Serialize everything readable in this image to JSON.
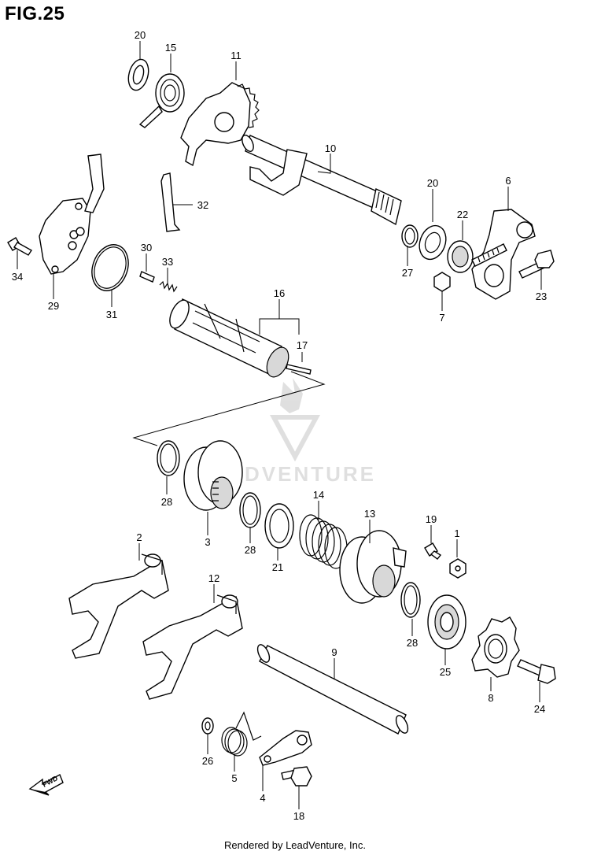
{
  "figure": {
    "title": "FIG.25",
    "footer": "Rendered by LeadVenture, Inc.",
    "watermark": "LEADVENTURE"
  },
  "fwd_label": "FWD",
  "callouts": [
    "20",
    "15",
    "11",
    "10",
    "32",
    "20",
    "22",
    "6",
    "30",
    "33",
    "34",
    "29",
    "31",
    "27",
    "23",
    "7",
    "16",
    "17",
    "28",
    "3",
    "14",
    "13",
    "19",
    "1",
    "28",
    "21",
    "2",
    "12",
    "28",
    "25",
    "9",
    "8",
    "24",
    "26",
    "5",
    "4",
    "18"
  ]
}
